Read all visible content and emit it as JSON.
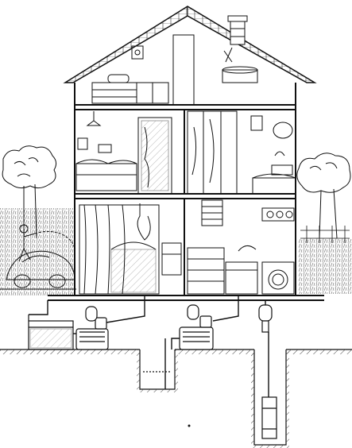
{
  "diagram": {
    "caption": "",
    "palette": {
      "ink": "#111111",
      "paper": "#ffffff",
      "hatch": "#444444",
      "water": "#9a9a9a"
    },
    "structures": [
      "house-cutaway",
      "roof",
      "attic",
      "chimney",
      "bedroom-left",
      "bedroom-right",
      "living-room",
      "kitchen",
      "bathroom",
      "car",
      "garden-trees",
      "water-storage-tank",
      "surface-pump-1",
      "surface-pump-2",
      "borehole-pump",
      "shallow-well",
      "deep-borehole",
      "supply-pipes"
    ],
    "pumps": [
      {
        "name": "pump-tank",
        "source": "tank"
      },
      {
        "name": "pump-shallow-well",
        "source": "shallow-well"
      },
      {
        "name": "pump-deep-borehole",
        "source": "submersible"
      }
    ]
  }
}
